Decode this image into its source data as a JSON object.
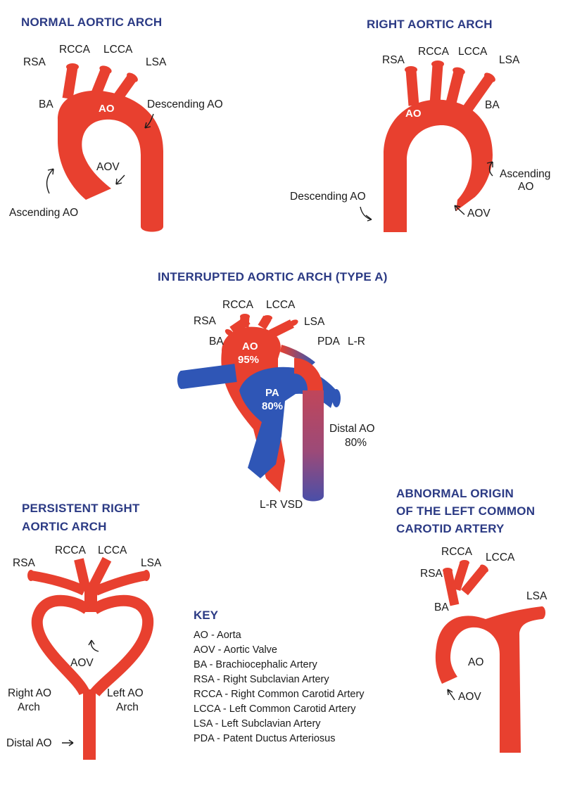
{
  "panels": {
    "normal": {
      "title": "NORMAL AORTIC ARCH",
      "labels": {
        "rsa": "RSA",
        "rcca": "RCCA",
        "lcca": "LCCA",
        "lsa": "LSA",
        "ba": "BA",
        "ao": "AO",
        "descending": "Descending AO",
        "aov": "AOV",
        "ascending": "Ascending AO"
      }
    },
    "right": {
      "title": "RIGHT AORTIC ARCH",
      "labels": {
        "rsa": "RSA",
        "rcca": "RCCA",
        "lcca": "LCCA",
        "lsa": "LSA",
        "ba": "BA",
        "ao": "AO",
        "ascending_1": "Ascending",
        "ascending_2": "AO",
        "descending": "Descending AO",
        "aov": "AOV"
      }
    },
    "interrupted": {
      "title": "INTERRUPTED AORTIC ARCH (TYPE A)",
      "labels": {
        "rcca": "RCCA",
        "lcca": "LCCA",
        "rsa": "RSA",
        "lsa": "LSA",
        "ba": "BA",
        "ao": "AO",
        "ao_pct": "95%",
        "pda": "PDA",
        "lr": "L-R",
        "pa": "PA",
        "pa_pct": "80%",
        "distal_1": "Distal AO",
        "distal_2": "80%",
        "vsd": "L-R VSD"
      }
    },
    "persistent": {
      "title_1": "PERSISTENT RIGHT",
      "title_2": "AORTIC ARCH",
      "labels": {
        "rcca": "RCCA",
        "lcca": "LCCA",
        "rsa": "RSA",
        "lsa": "LSA",
        "aov": "AOV",
        "right_1": "Right AO",
        "right_2": "Arch",
        "left_1": "Left AO",
        "left_2": "Arch",
        "distal": "Distal AO"
      }
    },
    "abnormal": {
      "title_1": "ABNORMAL ORIGIN",
      "title_2": "OF THE LEFT COMMON",
      "title_3": "CAROTID ARTERY",
      "labels": {
        "rcca": "RCCA",
        "lcca": "LCCA",
        "rsa": "RSA",
        "lsa": "LSA",
        "ba": "BA",
        "ao": "AO",
        "aov": "AOV"
      }
    }
  },
  "key": {
    "title": "KEY",
    "items": [
      "AO - Aorta",
      "AOV - Aortic Valve",
      "BA - Brachiocephalic Artery",
      "RSA - Right Subclavian Artery",
      "RCCA - Right Common Carotid Artery",
      "LCCA - Left Common Carotid Artery",
      "LSA - Left Subclavian Artery",
      "PDA - Patent Ductus Arteriosus"
    ]
  },
  "colors": {
    "artery_red": "#e8402f",
    "pulmonary_blue": "#2f56b6",
    "heading_blue": "#2b3a84",
    "text": "#1a1a1a"
  }
}
